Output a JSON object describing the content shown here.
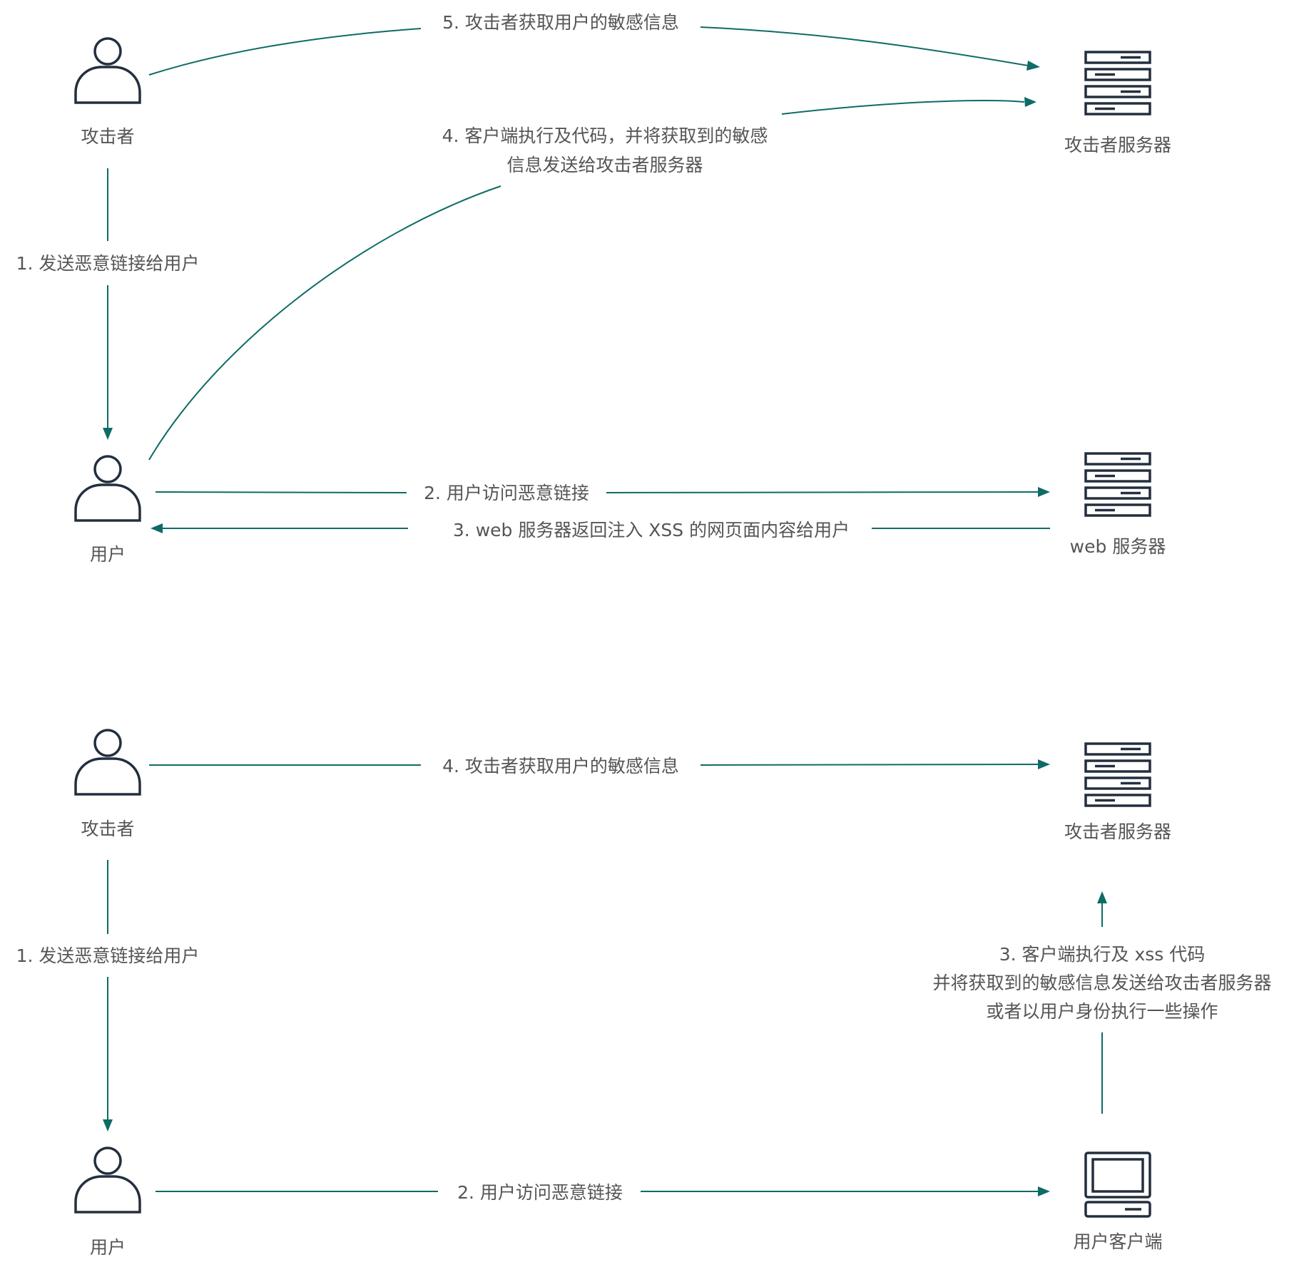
{
  "diagram1": {
    "attacker_label": "攻击者",
    "user_label": "用户",
    "attacker_server_label": "攻击者服务器",
    "web_server_label": "web 服务器",
    "step1": "1. 发送恶意链接给用户",
    "step2": "2. 用户访问恶意链接",
    "step3": "3. web 服务器返回注入  XSS 的网页面内容给用户",
    "step4_line1": "4. 客户端执行及代码，并将获取到的敏感",
    "step4_line2": "信息发送给攻击者服务器",
    "step5": "5. 攻击者获取用户的敏感信息"
  },
  "diagram2": {
    "attacker_label": "攻击者",
    "user_label": "用户",
    "attacker_server_label": "攻击者服务器",
    "client_label": "用户客户端",
    "step1": "1. 发送恶意链接给用户",
    "step2": "2. 用户访问恶意链接",
    "step3_line1": "3. 客户端执行及 xss 代码",
    "step3_line2": "并将获取到的敏感信息发送给攻击者服务器",
    "step3_line3": "或者以用户身份执行一些操作",
    "step4": "4. 攻击者获取用户的敏感信息"
  },
  "colors": {
    "edge": "#0f6b66",
    "icon": "#232f3e",
    "text": "#555555"
  }
}
